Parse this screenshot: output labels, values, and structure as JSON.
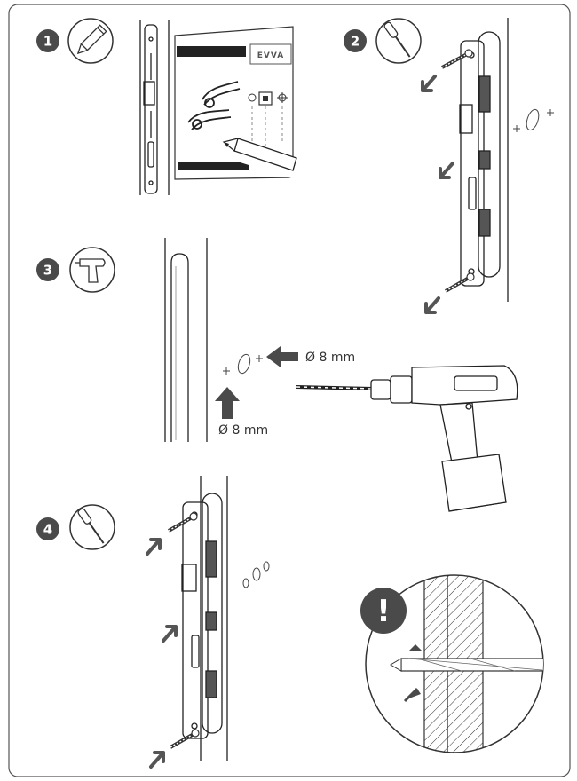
{
  "colors": {
    "frame": "#555555",
    "badge": "#4a4a4a",
    "line": "#222222",
    "arrow": "#555555",
    "paper": "#ffffff"
  },
  "steps": [
    {
      "number": "1",
      "tool_icon": "pencil-icon"
    },
    {
      "number": "2",
      "tool_icon": "screwdriver-icon"
    },
    {
      "number": "3",
      "tool_icon": "drill-icon"
    },
    {
      "number": "4",
      "tool_icon": "screwdriver-icon"
    }
  ],
  "template": {
    "brand": "EVVA"
  },
  "drill_labels": {
    "horizontal": "Ø 8 mm",
    "vertical": "Ø 8 mm"
  },
  "warning": {
    "symbol": "!",
    "icon": "warning-icon"
  }
}
